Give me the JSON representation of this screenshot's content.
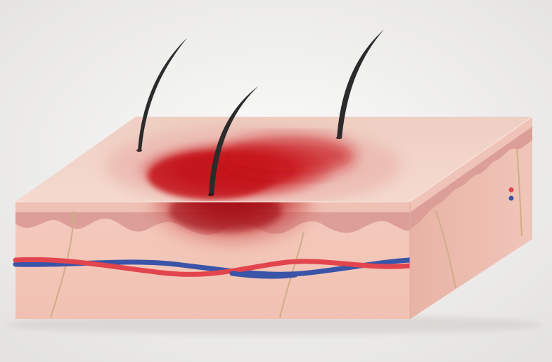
{
  "illustration": {
    "subject": "skin-cross-section",
    "layers": [
      "epidermis",
      "dermis"
    ],
    "features": [
      "hair-shafts",
      "red-inflamed-patch",
      "artery",
      "vein"
    ],
    "hair_count": 3,
    "colors": {
      "background": "#f2f1ef",
      "skin_top": "#f1cfc4",
      "skin_front": "#f3c6b9",
      "skin_side": "#e7b4a6",
      "epidermis_band": "#eec0b4",
      "dermal_papillae": "#d99a93",
      "inflammation": "#c8161b",
      "hair": "#2b2b2b",
      "artery": "#e2454d",
      "vein": "#3a54a8",
      "nerve": "#cfae86"
    }
  }
}
